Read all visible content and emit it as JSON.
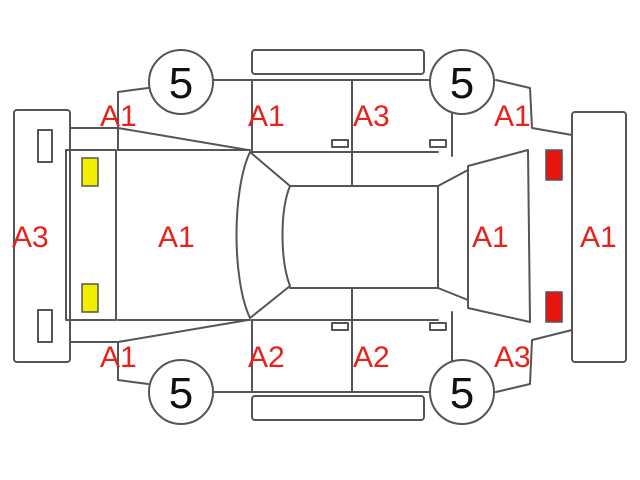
{
  "colors": {
    "outline": "#555555",
    "damage_code": "#e8221a",
    "front_lamp": "#f2ee00",
    "rear_lamp": "#e8150f"
  },
  "damage_codes": {
    "left_front_corner": "A1",
    "left_front_door": "A1",
    "left_rear_door": "A3",
    "left_rear_corner": "A1",
    "front_bumper": "A3",
    "hood": "A1",
    "rear_glass": "A1",
    "rear_bumper": "A1",
    "right_front_corner": "A1",
    "right_front_door": "A2",
    "right_rear_door": "A2",
    "right_rear_corner": "A3"
  },
  "tires": {
    "left_front": "5",
    "left_rear": "5",
    "right_front": "5",
    "right_rear": "5"
  }
}
